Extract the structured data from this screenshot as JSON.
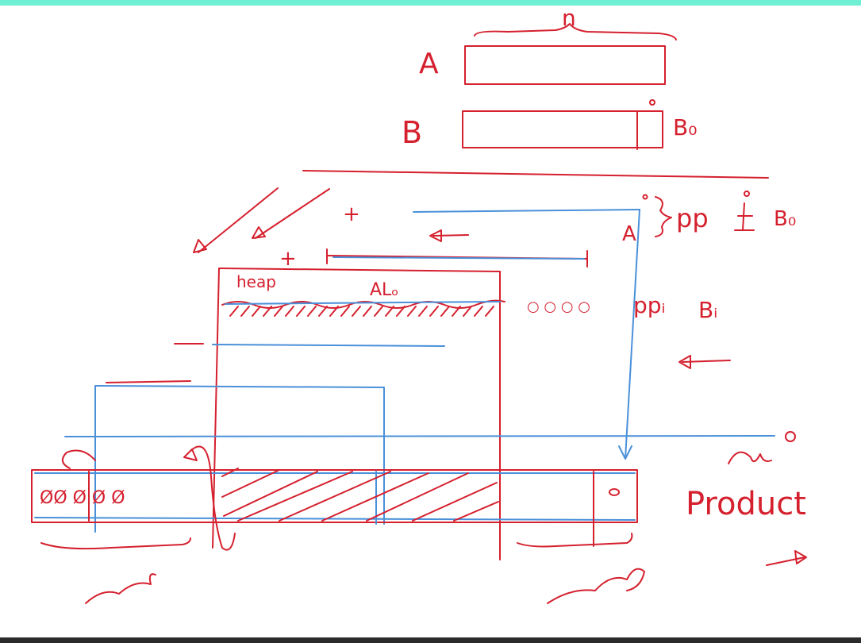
{
  "colors": {
    "top_bar": "#6ff0d4",
    "bottom_bar": "#2b2b2b",
    "ink_red": "#d5202e",
    "ink_blue": "#4a90d9",
    "background": "#ffffff"
  },
  "labels": {
    "n": "n",
    "a": "A",
    "b": "B",
    "b0": "B₀",
    "plus_top": "+",
    "plus_left": "+",
    "pp": "pp",
    "b0_right": "B₀",
    "a_small": "A",
    "al0": "ALₒ",
    "pp_i": "ppᵢ",
    "b_i": "Bᵢ",
    "product": "Product",
    "heap_word": "heap",
    "circle_symbols": "○ ○ ○ ○",
    "phi_symbols": "ØØ  Ø Ø Ø"
  },
  "icons": {
    "arrows": "arrow-icon",
    "brace": "brace-icon"
  }
}
